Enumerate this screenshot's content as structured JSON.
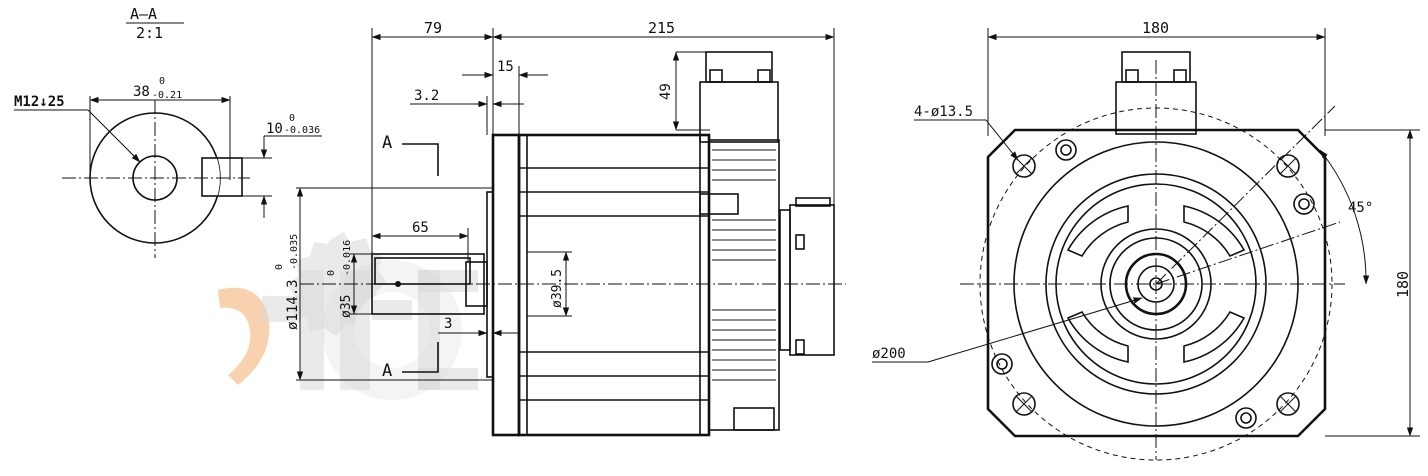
{
  "section": {
    "title": "A–A",
    "scale": "2:1",
    "thread_note": "M12↓25",
    "width_dim": "38",
    "width_tol_upper": "0",
    "width_tol_lower": "-0.21",
    "key_dim": "10",
    "key_tol_upper": "0",
    "key_tol_lower": "-0.036"
  },
  "side_view": {
    "dim_flange_to_shaft": "79",
    "dim_body_length": "215",
    "dim_15": "15",
    "dim_3_2": "3.2",
    "dim_49": "49",
    "dim_65": "65",
    "dim_3": "3",
    "dim_pilot": "ø114.3",
    "pilot_tol_upper": "0",
    "pilot_tol_lower": "-0.035",
    "dim_shaft": "ø35",
    "shaft_tol_upper": "0",
    "shaft_tol_lower": "-0.016",
    "dim_39_5": "ø39.5",
    "section_mark": "A"
  },
  "front_view": {
    "dim_width": "180",
    "dim_height": "180",
    "holes_note": "4-ø13.5",
    "angle": "45°",
    "pcd": "ø200"
  }
}
